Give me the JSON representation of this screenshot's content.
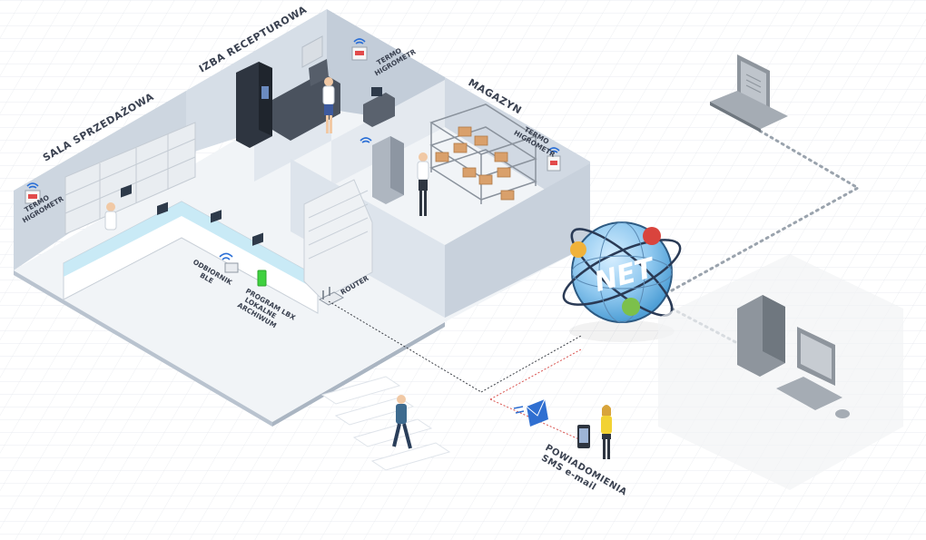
{
  "labels": {
    "sala": "SALA SPRZEDAŻOWA",
    "izba": "IZBA RECEPTUROWA",
    "magazyn": "MAGAZYN",
    "termo1_l1": "TERMO",
    "termo1_l2": "HIGROMETR",
    "termo2_l1": "TERMO",
    "termo2_l2": "HIGROMETR",
    "termo3_l1": "TERMO",
    "termo3_l2": "HIGROMETR",
    "odbiornik_l1": "ODBIORNIK",
    "odbiornik_l2": "BLE",
    "program_l1": "PROGRAM LBX",
    "program_l2": "LOKALNE",
    "program_l3": "ARCHIWUM",
    "router": "ROUTER",
    "net": "NET",
    "powiadomienia_l1": "POWIADOMIENIA",
    "powiadomienia_l2": "SMS e-mail"
  },
  "colors": {
    "wall": "#c9d3df",
    "floor": "#f2f5f8",
    "globe": "#8fc8ef",
    "sensor_red": "#e24b4b",
    "program_green": "#3fd13f",
    "dotted": "#9aa3ad",
    "red_link": "#d9534f"
  }
}
